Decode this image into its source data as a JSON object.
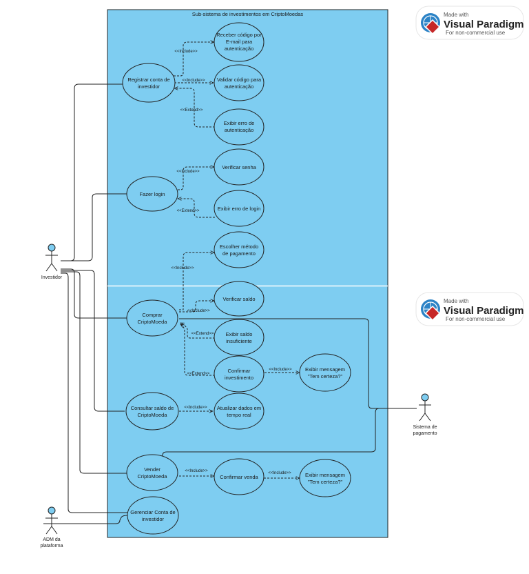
{
  "system": {
    "title": "Sub-sistema de investimentos em CriptoMoedas"
  },
  "actors": {
    "investidor": "Investidor",
    "adm_line1": "ADM da",
    "adm_line2": "plataforma",
    "pagamento_line1": "Sistema de",
    "pagamento_line2": "pagamento"
  },
  "usecases": {
    "receber_codigo": [
      "Receber código por",
      "E-mail para",
      "autenticação"
    ],
    "registrar_conta": [
      "Registrar conta de",
      "investidor"
    ],
    "validar_codigo": [
      "Validar código para",
      "autenticação"
    ],
    "exibir_erro_aut": [
      "Exibir erro de",
      "autenticação"
    ],
    "verificar_senha": [
      "Verificar senha"
    ],
    "fazer_login": [
      "Fazer login"
    ],
    "exibir_erro_login": [
      "Exibir erro de login"
    ],
    "escolher_metodo": [
      "Escolher método",
      "de  pagamento"
    ],
    "verificar_saldo": [
      "Verificar saldo"
    ],
    "comprar": [
      "Comprar",
      "CriptoMoeda"
    ],
    "exibir_saldo_insuf": [
      "Exibir saldo",
      "insuficiente"
    ],
    "confirmar_invest": [
      "Confirmar",
      "investimento"
    ],
    "exibir_msg_1": [
      "Exibir mensagem",
      "\"Tem certeza?\""
    ],
    "consultar_saldo": [
      "Consultar saldo de",
      "CriptoMoeda"
    ],
    "atualizar_dados": [
      "Atualizar dados em",
      "tempo real"
    ],
    "vender": [
      "Vender",
      "CriptoMoeda"
    ],
    "confirmar_venda": [
      "Confirmar venda"
    ],
    "exibir_msg_2": [
      "Exibir mensagem",
      "\"Tem certeza?\""
    ],
    "gerenciar_conta": [
      "Gerenciar Conta de",
      "investidor"
    ]
  },
  "stereotypes": {
    "include": "<<Include>>",
    "extend": "<<Extend>>"
  },
  "watermark": {
    "made_with": "Made with",
    "brand": "Visual Paradigm",
    "note": "For non-commercial use"
  },
  "colors": {
    "system_fill": "#7ecdf1",
    "usecase_fill": "#7ecdf1",
    "actor_head": "#7ecdf1",
    "line": "#222222"
  }
}
